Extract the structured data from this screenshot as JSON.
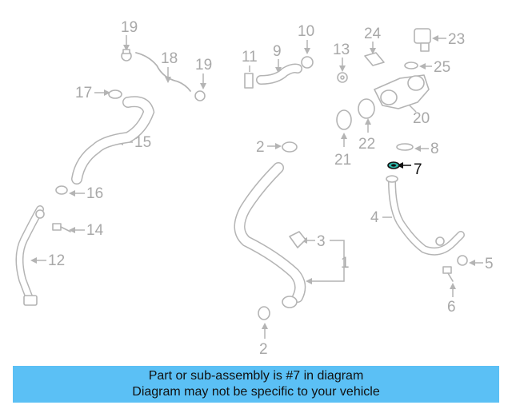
{
  "labels": {
    "l1": "1",
    "l2a": "2",
    "l2b": "2",
    "l3": "3",
    "l4": "4",
    "l5": "5",
    "l6": "6",
    "l7": "7",
    "l8": "8",
    "l9": "9",
    "l10": "10",
    "l11": "11",
    "l12": "12",
    "l13": "13",
    "l14": "14",
    "l15": "15",
    "l16": "16",
    "l17": "17",
    "l18": "18",
    "l19a": "19",
    "l19b": "19",
    "l20": "20",
    "l21": "21",
    "l22": "22",
    "l23": "23",
    "l24": "24",
    "l25": "25"
  },
  "highlight": {
    "part_number": "7",
    "color": "#2bb3a6"
  },
  "banner": {
    "line1": "Part or sub-assembly is #7 in diagram",
    "line2": "Diagram may not be specific to your vehicle",
    "background": "#5bc0f5"
  }
}
